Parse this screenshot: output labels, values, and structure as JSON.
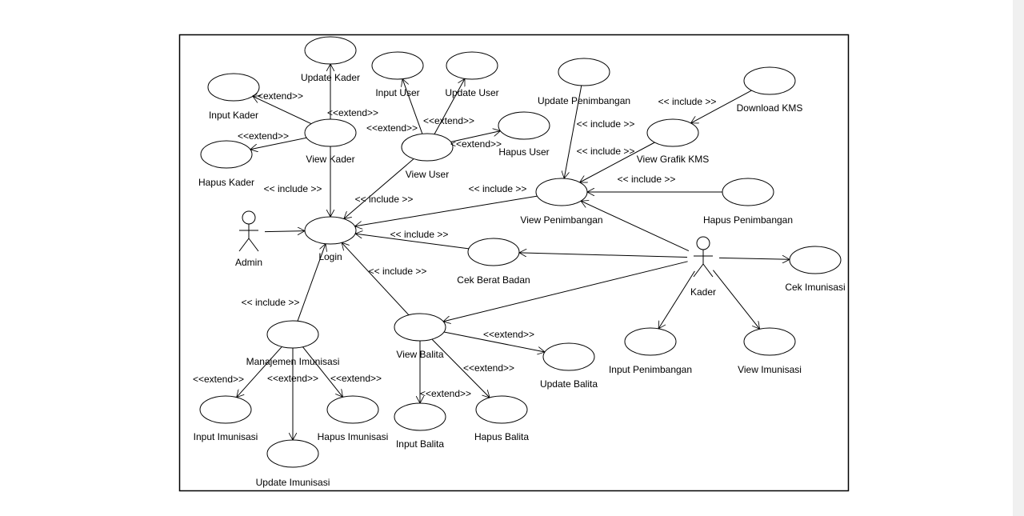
{
  "actors": [
    {
      "id": "admin",
      "label": "Admin"
    },
    {
      "id": "kader",
      "label": "Kader"
    }
  ],
  "use_cases": [
    {
      "id": "login",
      "label": "Login"
    },
    {
      "id": "input_kader",
      "label": "Input Kader"
    },
    {
      "id": "update_kader",
      "label": "Update Kader"
    },
    {
      "id": "hapus_kader",
      "label": "Hapus Kader"
    },
    {
      "id": "view_kader",
      "label": "View Kader"
    },
    {
      "id": "input_user",
      "label": "Input User"
    },
    {
      "id": "update_user",
      "label": "Update User"
    },
    {
      "id": "hapus_user",
      "label": "Hapus User"
    },
    {
      "id": "view_user",
      "label": "View User"
    },
    {
      "id": "update_penimbangan",
      "label": "Update Penimbangan"
    },
    {
      "id": "download_kms",
      "label": "Download KMS"
    },
    {
      "id": "view_grafik_kms",
      "label": "View Grafik KMS"
    },
    {
      "id": "view_penimbangan",
      "label": "View Penimbangan"
    },
    {
      "id": "hapus_penimbangan",
      "label": "Hapus Penimbangan"
    },
    {
      "id": "cek_berat_badan",
      "label": "Cek Berat Badan"
    },
    {
      "id": "cek_imunisasi",
      "label": "Cek Imunisasi"
    },
    {
      "id": "manajemen_imunisasi",
      "label": "Manajemen Imunisasi"
    },
    {
      "id": "input_imunisasi",
      "label": "Input Imunisasi"
    },
    {
      "id": "update_imunisasi",
      "label": "Update Imunisasi"
    },
    {
      "id": "hapus_imunisasi",
      "label": "Hapus Imunisasi"
    },
    {
      "id": "view_balita",
      "label": "View Balita"
    },
    {
      "id": "update_balita",
      "label": "Update Balita"
    },
    {
      "id": "input_balita",
      "label": "Input Balita"
    },
    {
      "id": "hapus_balita",
      "label": "Hapus Balita"
    },
    {
      "id": "input_penimbangan",
      "label": "Input Penimbangan"
    },
    {
      "id": "view_imunisasi",
      "label": "View Imunisasi"
    }
  ],
  "relationships": [
    {
      "from": "admin",
      "to": "login",
      "label": ""
    },
    {
      "from": "view_kader",
      "to": "login",
      "label": "<< include >>"
    },
    {
      "from": "view_user",
      "to": "login",
      "label": "<< include >>"
    },
    {
      "from": "view_penimbangan",
      "to": "login",
      "label": "<< include >>"
    },
    {
      "from": "cek_berat_badan",
      "to": "login",
      "label": "<< include >>"
    },
    {
      "from": "view_balita",
      "to": "login",
      "label": "<< include >>"
    },
    {
      "from": "manajemen_imunisasi",
      "to": "login",
      "label": "<< include >>"
    },
    {
      "from": "view_kader",
      "to": "input_kader",
      "label": "<<extend>>"
    },
    {
      "from": "view_kader",
      "to": "update_kader",
      "label": "<<extend>>"
    },
    {
      "from": "view_kader",
      "to": "hapus_kader",
      "label": "<<extend>>"
    },
    {
      "from": "view_user",
      "to": "input_user",
      "label": "<<extend>>"
    },
    {
      "from": "view_user",
      "to": "update_user",
      "label": "<<extend>>"
    },
    {
      "from": "view_user",
      "to": "hapus_user",
      "label": "<<extend>>"
    },
    {
      "from": "update_penimbangan",
      "to": "view_penimbangan",
      "label": "<< include >>"
    },
    {
      "from": "view_grafik_kms",
      "to": "view_penimbangan",
      "label": "<< include >>"
    },
    {
      "from": "download_kms",
      "to": "view_grafik_kms",
      "label": "<< include >>"
    },
    {
      "from": "hapus_penimbangan",
      "to": "view_penimbangan",
      "label": "<< include >>"
    },
    {
      "from": "kader",
      "to": "view_penimbangan",
      "label": ""
    },
    {
      "from": "kader",
      "to": "cek_berat_badan",
      "label": ""
    },
    {
      "from": "kader",
      "to": "cek_imunisasi",
      "label": ""
    },
    {
      "from": "kader",
      "to": "view_balita",
      "label": ""
    },
    {
      "from": "kader",
      "to": "input_penimbangan",
      "label": ""
    },
    {
      "from": "kader",
      "to": "view_imunisasi",
      "label": ""
    },
    {
      "from": "manajemen_imunisasi",
      "to": "input_imunisasi",
      "label": "<<extend>>"
    },
    {
      "from": "manajemen_imunisasi",
      "to": "update_imunisasi",
      "label": "<<extend>>"
    },
    {
      "from": "manajemen_imunisasi",
      "to": "hapus_imunisasi",
      "label": "<<extend>>"
    },
    {
      "from": "view_balita",
      "to": "update_balita",
      "label": "<<extend>>"
    },
    {
      "from": "view_balita",
      "to": "input_balita",
      "label": "<<extend>>"
    },
    {
      "from": "view_balita",
      "to": "hapus_balita",
      "label": "<<extend>>"
    }
  ]
}
